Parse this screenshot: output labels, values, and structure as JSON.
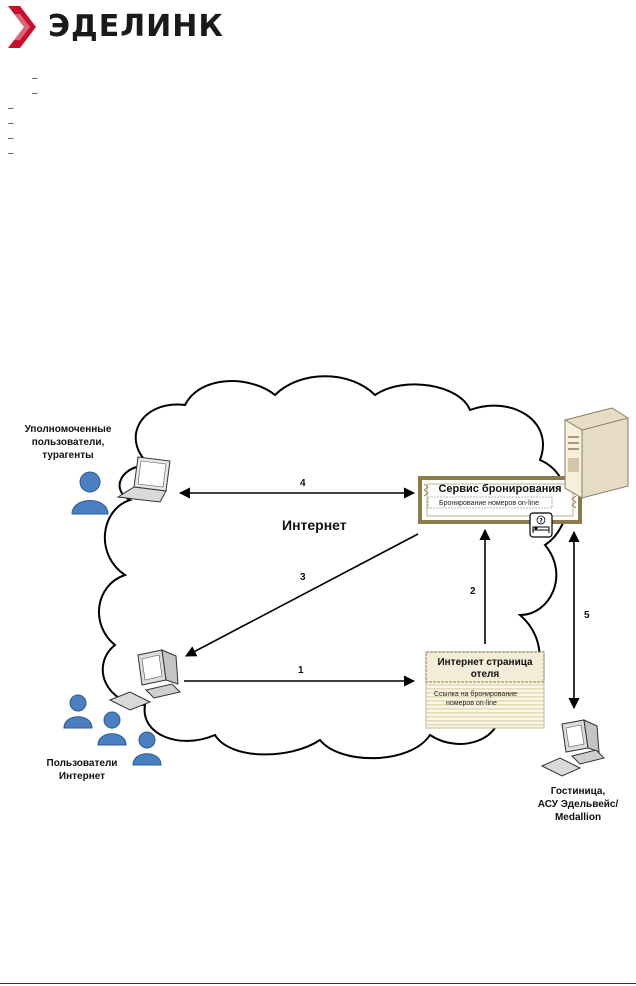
{
  "logo": {
    "text": "ЭДЕЛИНК",
    "icon": "chevron-logo-icon"
  },
  "diagram": {
    "cloud_label": "Интернет",
    "authorized_users": [
      "Уполномоченные",
      "пользователи,",
      "турагенты"
    ],
    "internet_users": [
      "Пользователи",
      "Интернет"
    ],
    "booking_service": {
      "title": "Сервис бронирования",
      "subtitle": "Бронирование номеров on-line"
    },
    "hotel_page": {
      "title": [
        "Интернет страница",
        "отеля"
      ],
      "link": [
        "Ссылка на бронирование",
        "номеров on-line"
      ]
    },
    "hotel": [
      "Гостиница,",
      "АСУ Эдельвейс/",
      "Medallion"
    ],
    "arrows": {
      "a1": "1",
      "a2": "2",
      "a3": "3",
      "a4": "4",
      "a5": "5"
    }
  },
  "colors": {
    "logo_red": "#c8102e",
    "person_blue": "#4a7fc1",
    "box_border": "#8b7a4a",
    "box_fill": "#f3ecd7"
  }
}
